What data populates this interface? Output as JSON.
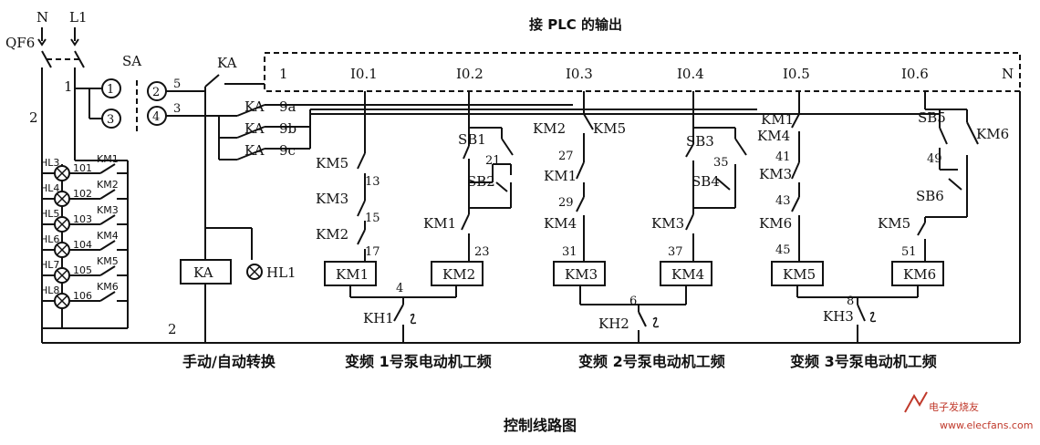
{
  "title": "接 PLC 的输出",
  "caption": "控制线路图",
  "power": {
    "n": "N",
    "l1": "L1",
    "breaker": "QF6",
    "wire1": "1",
    "wire2": "2"
  },
  "selector": {
    "name": "SA",
    "pos1": "1",
    "pos2": "2",
    "pos3": "3",
    "pos4": "4",
    "wire5": "5",
    "wire3": "3"
  },
  "relay": {
    "name": "KA",
    "contact1": "KA",
    "contact2": "KA",
    "contact3": "KA",
    "ka_label": "KA",
    "hl1": "HL1",
    "node9a": "9a",
    "node9b": "9b",
    "node9c": "9c",
    "wire1": "1",
    "wire2": "2"
  },
  "outputs": [
    "I0.1",
    "I0.2",
    "I0.3",
    "I0.4",
    "I0.5",
    "I0.6",
    "N"
  ],
  "lamps": [
    {
      "hl": "HL3",
      "node": "101",
      "km": "KM1"
    },
    {
      "hl": "HL4",
      "node": "102",
      "km": "KM2"
    },
    {
      "hl": "HL5",
      "node": "103",
      "km": "KM3"
    },
    {
      "hl": "HL6",
      "node": "104",
      "km": "KM4"
    },
    {
      "hl": "HL7",
      "node": "105",
      "km": "KM5"
    },
    {
      "hl": "HL8",
      "node": "106",
      "km": "KM6"
    }
  ],
  "col1": {
    "c1": "KM5",
    "n1": "13",
    "c2": "KM3",
    "n2": "15",
    "c3": "KM2",
    "n3": "17",
    "coil": "KM1"
  },
  "col2": {
    "sb": "SB1",
    "km": "KM2",
    "n21": "21",
    "sb2": "SB2",
    "c1": "KM1",
    "n23": "23",
    "coil": "KM2"
  },
  "col3": {
    "c0": "KM5",
    "n27": "27",
    "c1": "KM1",
    "n29": "29",
    "c2": "KM4",
    "n31": "31",
    "coil": "KM3"
  },
  "col4": {
    "sb": "SB3",
    "km": "KM4",
    "n35": "35",
    "sb4": "SB4",
    "c1": "KM3",
    "n37": "37",
    "coil": "KM4"
  },
  "col5": {
    "c0": "KM1",
    "n41": "41",
    "c1": "KM3",
    "n43": "43",
    "c2": "KM6",
    "n45": "45",
    "coil": "KM5"
  },
  "col6": {
    "sb": "SB5",
    "km": "KM6",
    "n49": "49",
    "sb6": "SB6",
    "c1": "KM5",
    "n51": "51",
    "coil": "KM6"
  },
  "overloads": [
    {
      "node": "4",
      "name": "KH1"
    },
    {
      "node": "6",
      "name": "KH2"
    },
    {
      "node": "8",
      "name": "KH3"
    }
  ],
  "group_labels": [
    "手动/自动转换",
    "变频 1号泵电动机工频",
    "变频 2号泵电动机工频",
    "变频 3号泵电动机工频"
  ],
  "watermark": [
    "电子发烧友",
    "www.elecfans.com"
  ]
}
